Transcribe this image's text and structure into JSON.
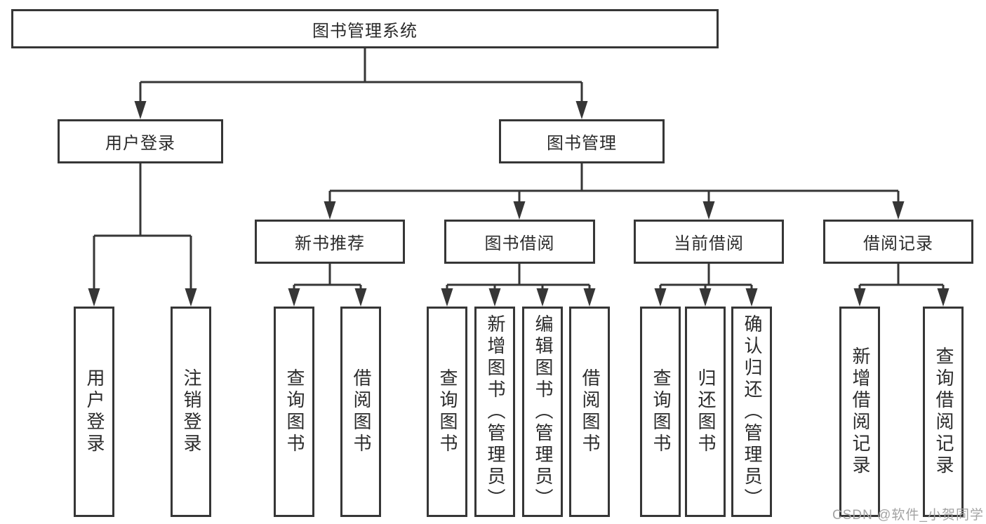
{
  "tree": {
    "root": {
      "label": "图书管理系统"
    },
    "branches": [
      {
        "label": "用户登录",
        "children": [
          {
            "label": "用户登录"
          },
          {
            "label": "注销登录"
          }
        ]
      },
      {
        "label": "图书管理",
        "children": [
          {
            "label": "新书推荐",
            "children": [
              {
                "label": "查询图书"
              },
              {
                "label": "借阅图书"
              }
            ]
          },
          {
            "label": "图书借阅",
            "children": [
              {
                "label": "查询图书"
              },
              {
                "label": "新增图书（管理员）"
              },
              {
                "label": "编辑图书（管理员）"
              },
              {
                "label": "借阅图书"
              }
            ]
          },
          {
            "label": "当前借阅",
            "children": [
              {
                "label": "查询图书"
              },
              {
                "label": "归还图书"
              },
              {
                "label": "确认归还（管理员）"
              }
            ]
          },
          {
            "label": "借阅记录",
            "children": [
              {
                "label": "新增借阅记录"
              },
              {
                "label": "查询借阅记录"
              }
            ]
          }
        ]
      }
    ]
  },
  "watermark": {
    "text": "CSDN @软件_小贺同学"
  },
  "colors": {
    "line": "#363636",
    "text": "#2b2b2b",
    "watermark": "#a3a3a3",
    "bg": "#ffffff"
  }
}
